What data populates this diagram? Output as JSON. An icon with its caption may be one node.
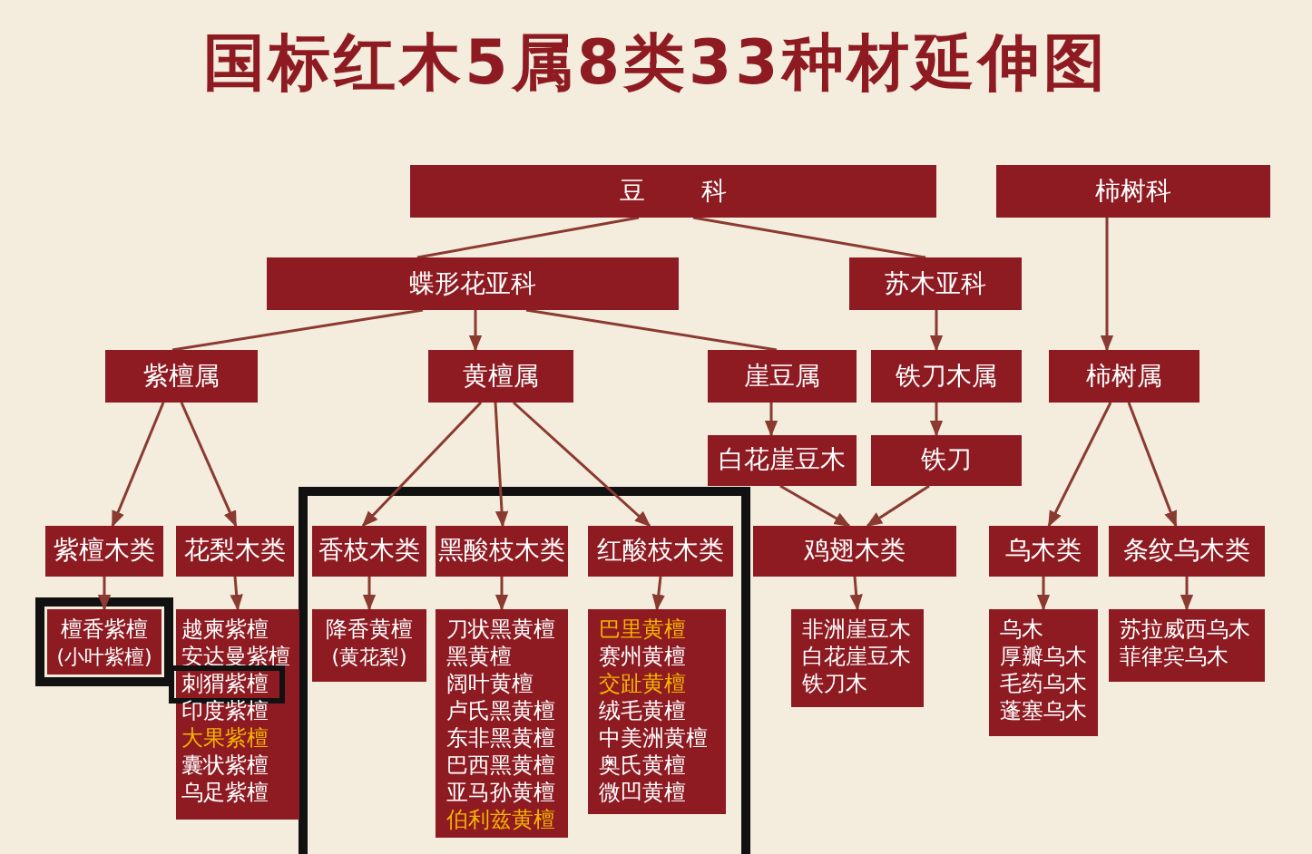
{
  "diagram": {
    "title": "国标红木5属8类33种材延伸图",
    "nodes": [
      {
        "text": [
          "豆科"
        ]
      },
      {
        "text": [
          "柿树科"
        ]
      },
      {
        "text": [
          "蝶形花亚科"
        ]
      },
      {
        "text": [
          "苏木亚科"
        ]
      },
      {
        "text": [
          "紫檀属"
        ]
      },
      {
        "text": [
          "黄檀属"
        ]
      },
      {
        "text": [
          "崖豆属"
        ]
      },
      {
        "text": [
          "铁刀木属"
        ]
      },
      {
        "text": [
          "柿树属"
        ]
      },
      {
        "text": [
          "白花崖豆木"
        ]
      },
      {
        "text": [
          "铁刀"
        ]
      },
      {
        "text": [
          "紫檀木类"
        ]
      },
      {
        "text": [
          "花梨木类"
        ]
      },
      {
        "text": [
          "香枝木类"
        ]
      },
      {
        "text": [
          "黑酸枝木类"
        ]
      },
      {
        "text": [
          "红酸枝木类"
        ]
      },
      {
        "text": [
          "鸡翅木类"
        ]
      },
      {
        "text": [
          "乌木类"
        ]
      },
      {
        "text": [
          "条纹乌木类"
        ]
      },
      {
        "text": [
          "檀香紫檀",
          "(小叶紫檀)"
        ]
      },
      {
        "text": [
          "越柬紫檀",
          "安达曼紫檀",
          "刺猬紫檀",
          "印度紫檀",
          "大果紫檀",
          "囊状紫檀",
          "乌足紫檀"
        ]
      },
      {
        "text": [
          "降香黄檀",
          "(黄花梨)"
        ]
      },
      {
        "text": [
          "刀状黑黄檀",
          "黑黄檀",
          "阔叶黄檀",
          "卢氏黑黄檀",
          "东非黑黄檀",
          "巴西黑黄檀",
          "亚马孙黄檀",
          "伯利兹黄檀"
        ]
      },
      {
        "text": [
          "巴里黄檀",
          "赛州黄檀",
          "交趾黄檀",
          "绒毛黄檀",
          "中美洲黄檀",
          "奥氏黄檀",
          "微凹黄檀"
        ]
      },
      {
        "text": [
          "非洲崖豆木",
          "白花崖豆木",
          "铁刀木"
        ]
      },
      {
        "text": [
          "乌木",
          "厚瓣乌木",
          "毛药乌木",
          "蓬塞乌木"
        ]
      },
      {
        "text": [
          "苏拉威西乌木",
          "菲律宾乌木"
        ]
      }
    ],
    "edges": [
      {
        "from": 0,
        "to": 2,
        "arrow": "none"
      },
      {
        "from": 0,
        "to": 3,
        "arrow": "none"
      },
      {
        "from": 1,
        "to": 8,
        "arrow": "to"
      },
      {
        "from": 2,
        "to": 4,
        "arrow": "none"
      },
      {
        "from": 2,
        "to": 5,
        "arrow": "to"
      },
      {
        "from": 2,
        "to": 6,
        "arrow": "none"
      },
      {
        "from": 3,
        "to": 7,
        "arrow": "to"
      },
      {
        "from": 6,
        "to": 9,
        "arrow": "to"
      },
      {
        "from": 7,
        "to": 10,
        "arrow": "to"
      },
      {
        "from": 4,
        "to": 11,
        "arrow": "to"
      },
      {
        "from": 4,
        "to": 12,
        "arrow": "to"
      },
      {
        "from": 5,
        "to": 13,
        "arrow": "to"
      },
      {
        "from": 5,
        "to": 14,
        "arrow": "to"
      },
      {
        "from": 5,
        "to": 15,
        "arrow": "to"
      },
      {
        "from": 9,
        "to": 16,
        "arrow": "to"
      },
      {
        "from": 10,
        "to": 16,
        "arrow": "to"
      },
      {
        "from": 8,
        "to": 17,
        "arrow": "to"
      },
      {
        "from": 8,
        "to": 18,
        "arrow": "to"
      },
      {
        "from": 11,
        "to": 19,
        "arrow": "to"
      },
      {
        "from": 12,
        "to": 20,
        "arrow": "to"
      },
      {
        "from": 13,
        "to": 21,
        "arrow": "to"
      },
      {
        "from": 14,
        "to": 22,
        "arrow": "to"
      },
      {
        "from": 15,
        "to": 23,
        "arrow": "to"
      },
      {
        "from": 16,
        "to": 24,
        "arrow": "to"
      },
      {
        "from": 17,
        "to": 25,
        "arrow": "to"
      },
      {
        "from": 18,
        "to": 26,
        "arrow": "to"
      }
    ]
  }
}
